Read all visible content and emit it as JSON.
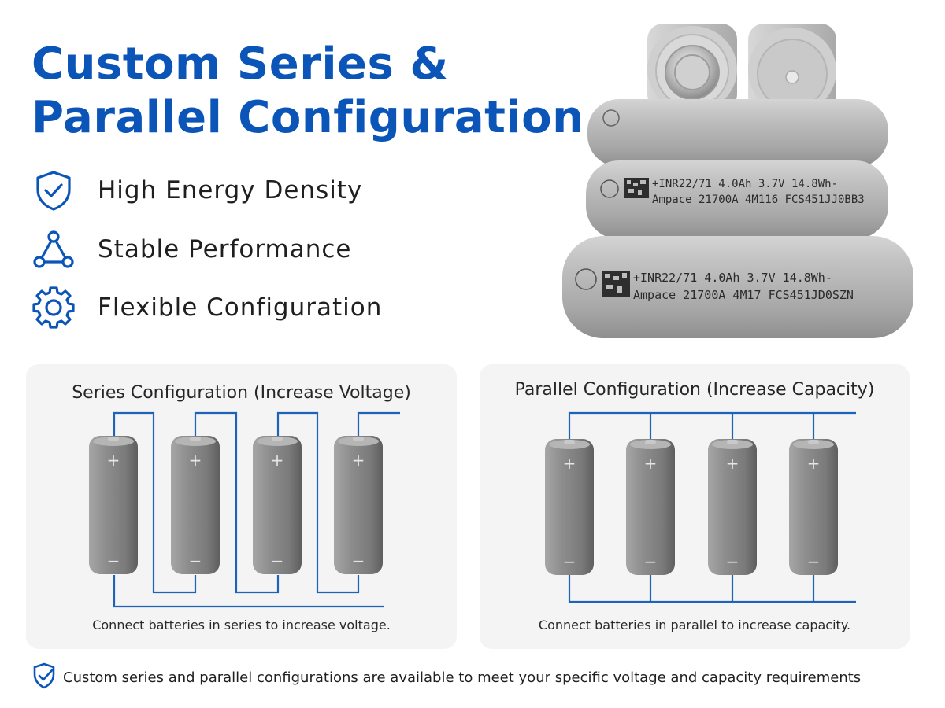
{
  "title": {
    "line1": "Custom Series &",
    "line2": "Parallel Configuration"
  },
  "colors": {
    "brand": "#0b55b8",
    "wire": "#1d63b8",
    "panel": "#f4f4f4",
    "battery": "#8a8a8a"
  },
  "features": [
    {
      "icon": "shield-check-icon",
      "label": "High Energy Density"
    },
    {
      "icon": "triangle-nodes-icon",
      "label": "Stable Performance"
    },
    {
      "icon": "gear-icon",
      "label": "Flexible Configuration"
    }
  ],
  "hero": {
    "cell_mid": {
      "line1": "+INR22/71  4.0Ah 3.7V  14.8Wh-",
      "line2": "Ampace 21700A 4M116  FCS451JJ0BB3"
    },
    "cell_front": {
      "line1": "+INR22/71  4.0Ah 3.7V  14.8Wh-",
      "line2": "Ampace 21700A 4M17  FCS451JD0SZN"
    }
  },
  "series": {
    "title": "Series Configuration (Increase Voltage)",
    "caption": "Connect batteries in series to increase voltage.",
    "plus": "+",
    "minus": "−"
  },
  "parallel": {
    "title": "Parallel Configuration (Increase Capacity)",
    "caption": "Connect batteries in parallel to increase capacity.",
    "plus": "+",
    "minus": "−"
  },
  "footer": {
    "icon": "shield-check-icon",
    "text": "Custom series and parallel configurations are available to meet your specific voltage and capacity requirements"
  }
}
